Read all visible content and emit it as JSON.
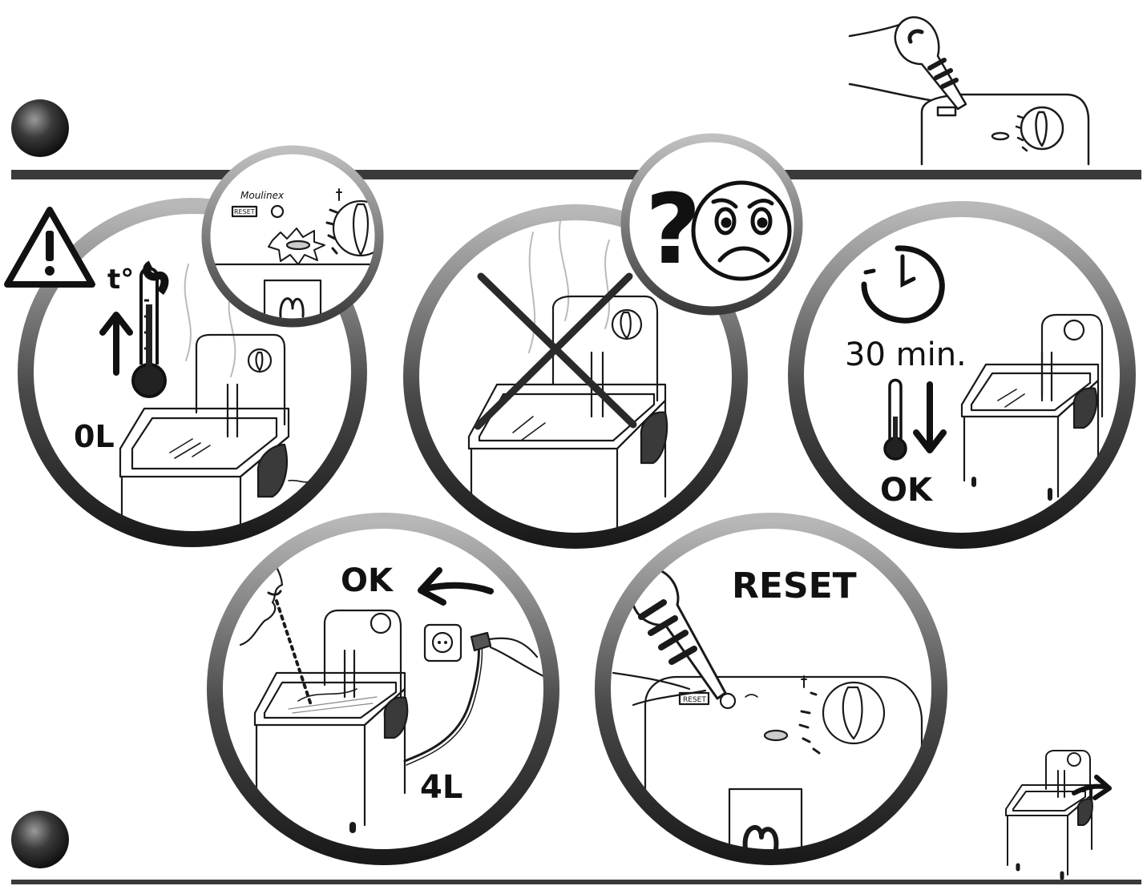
{
  "panel1": {
    "temp_label": "t°",
    "level_label": "0L",
    "zoom_brand": "Moulinex",
    "zoom_reset": "RESET"
  },
  "panel3": {
    "time_label": "30 min.",
    "ok_label": "OK"
  },
  "panel4": {
    "ok_label": "OK",
    "level_label": "4L"
  },
  "panel5": {
    "reset_label": "RESET",
    "button_badge": "RESET"
  },
  "panel2": {
    "question_mark": "?"
  },
  "colors": {
    "ring_dark": "#2a2a2a",
    "ring_light": "#9a9a9a",
    "line": "#1a1a1a",
    "divider": "#3a3a3a"
  }
}
